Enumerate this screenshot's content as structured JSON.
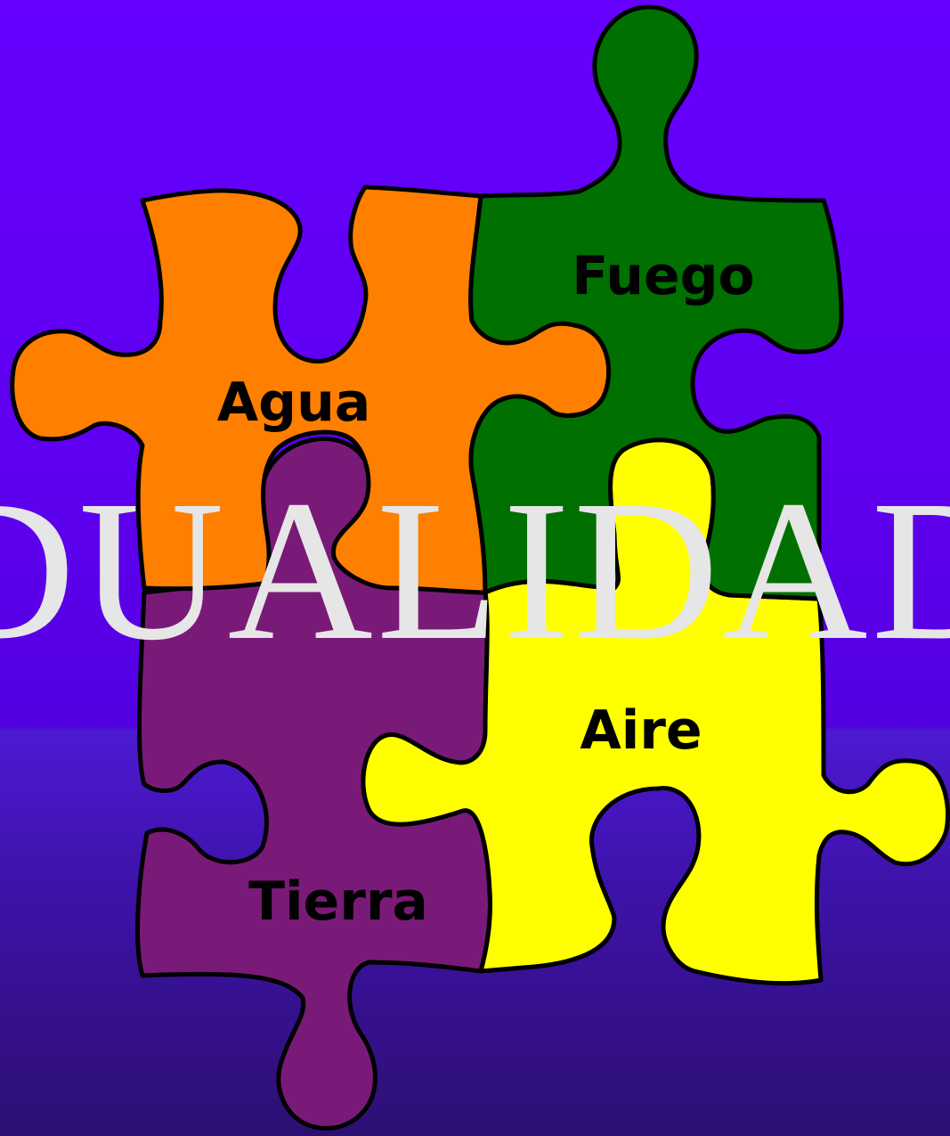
{
  "slide": {
    "title": "DUALIDAD",
    "title_color": "#e6e6e6",
    "background_top": "#6600ff",
    "background_bottom": "#2d0f72"
  },
  "pieces": [
    {
      "key": "agua",
      "label": "Agua",
      "color": "#ff7f00"
    },
    {
      "key": "fuego",
      "label": "Fuego",
      "color": "#007000"
    },
    {
      "key": "tierra",
      "label": "Tierra",
      "color": "#7a1a78"
    },
    {
      "key": "aire",
      "label": "Aire",
      "color": "#ffff00"
    }
  ]
}
